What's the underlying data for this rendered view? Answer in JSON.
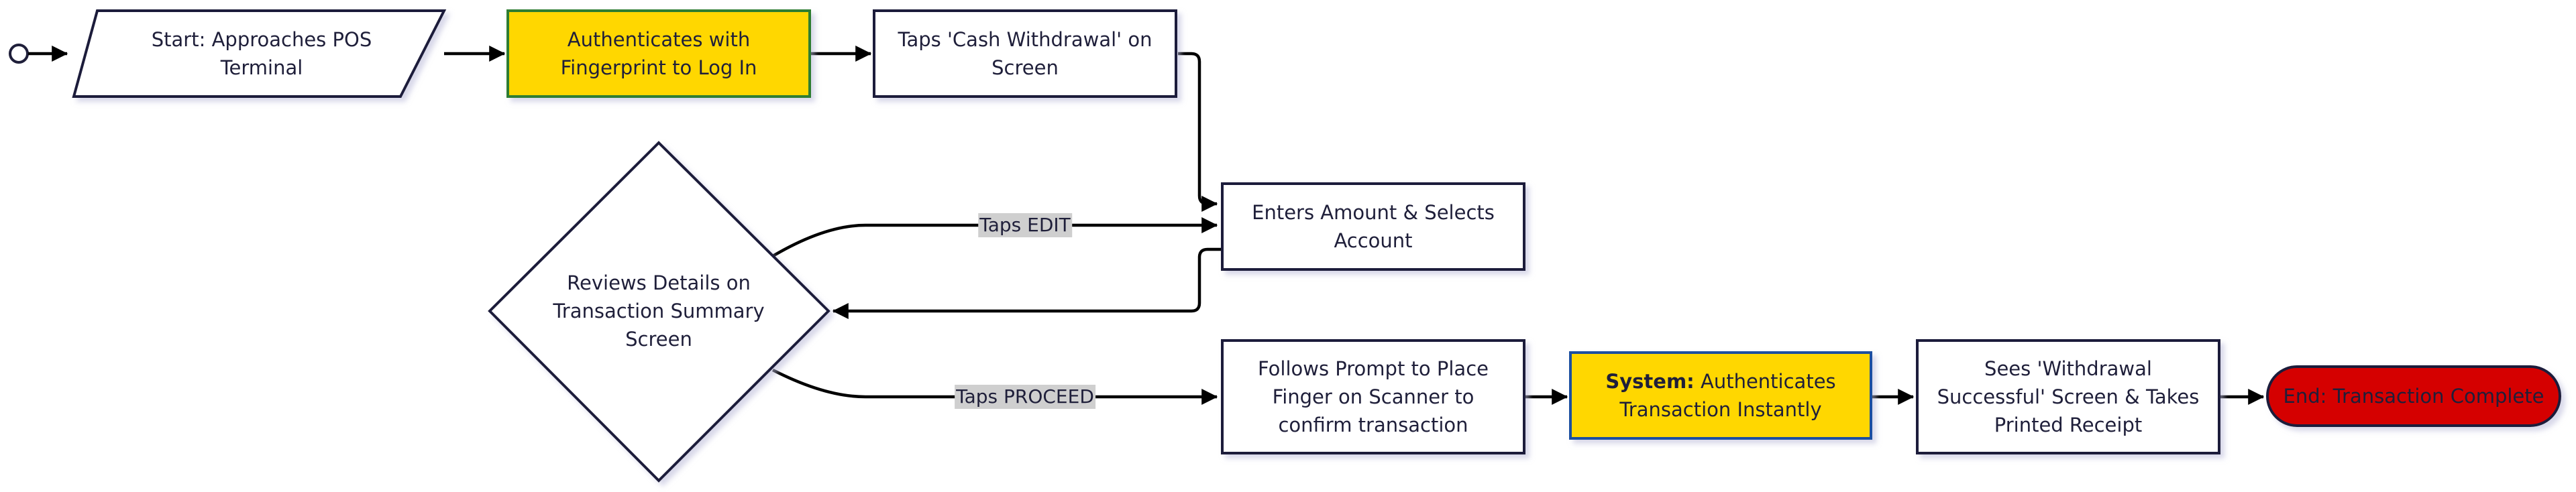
{
  "colors": {
    "highlight_fill": "#FFD700",
    "highlight_border_green": "#2e7d32",
    "highlight_border_blue": "#1f4fa0",
    "end_fill": "#D50000",
    "end_border": "#1f1f3a",
    "box_border": "#1f1f3a"
  },
  "nodes": {
    "start": {
      "text": "Start: Approaches POS Terminal"
    },
    "auth_fingerprint": {
      "text": "Authenticates with Fingerprint to Log In"
    },
    "taps_cash": {
      "text": "Taps 'Cash Withdrawal' on Screen"
    },
    "enter_amount": {
      "text": "Enters Amount & Selects Account"
    },
    "review": {
      "text": "Reviews Details on Transaction Summary Screen"
    },
    "follow_prompt": {
      "text": "Follows Prompt to Place Finger on Scanner to confirm transaction"
    },
    "system_auth": {
      "prefix": "System:",
      "text": "Authenticates Transaction Instantly"
    },
    "sees_success": {
      "text": "Sees 'Withdrawal Successful' Screen & Takes Printed Receipt"
    },
    "end": {
      "text": "End: Transaction Complete"
    }
  },
  "edges": {
    "taps_edit": "Taps EDIT",
    "taps_proceed": "Taps PROCEED"
  }
}
